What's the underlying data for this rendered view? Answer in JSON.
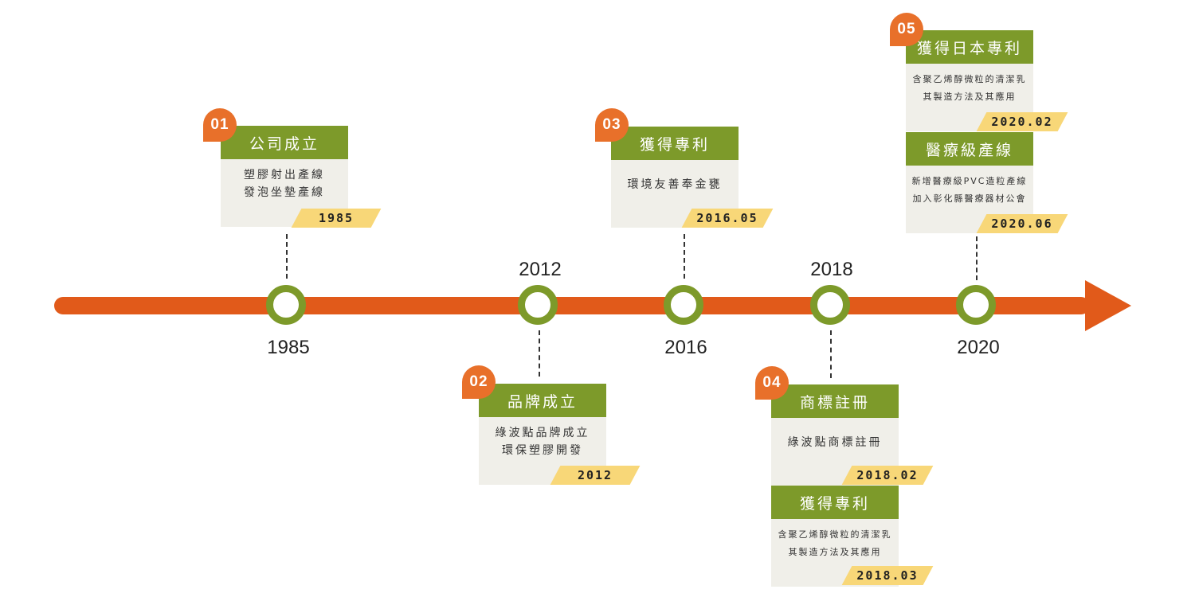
{
  "colors": {
    "line": "#e15a1a",
    "node": "#7d9a2a",
    "header": "#7d9a2a",
    "badge": "#e8702a",
    "date": "#f8d778",
    "card": "#f0efe9"
  },
  "years": {
    "y1985": "1985",
    "y2012": "2012",
    "y2016": "2016",
    "y2018": "2018",
    "y2020": "2020"
  },
  "events": {
    "e1": {
      "badge": "01",
      "title": "公司成立",
      "lines": [
        "塑膠射出產線",
        "發泡坐墊產線"
      ],
      "date": "1985"
    },
    "e2": {
      "badge": "02",
      "title": "品牌成立",
      "lines": [
        "綠波點品牌成立",
        "環保塑膠開發"
      ],
      "date": "2012"
    },
    "e3": {
      "badge": "03",
      "title": "獲得專利",
      "lines": [
        "環境友善奉金甕"
      ],
      "date": "2016.05"
    },
    "e4": {
      "badge": "04",
      "title": "商標註冊",
      "lines": [
        "綠波點商標註冊"
      ],
      "date": "2018.02"
    },
    "e4b": {
      "title": "獲得專利",
      "lines": [
        "含聚乙烯醇微粒的清潔乳",
        "其製造方法及其應用"
      ],
      "date": "2018.03"
    },
    "e5": {
      "badge": "05",
      "title": "獲得日本專利",
      "lines": [
        "含聚乙烯醇微粒的清潔乳",
        "其製造方法及其應用"
      ],
      "date": "2020.02"
    },
    "e5b": {
      "title": "醫療級產線",
      "lines": [
        "新增醫療級PVC造粒產線",
        "加入彰化縣醫療器材公會"
      ],
      "date": "2020.06"
    }
  }
}
